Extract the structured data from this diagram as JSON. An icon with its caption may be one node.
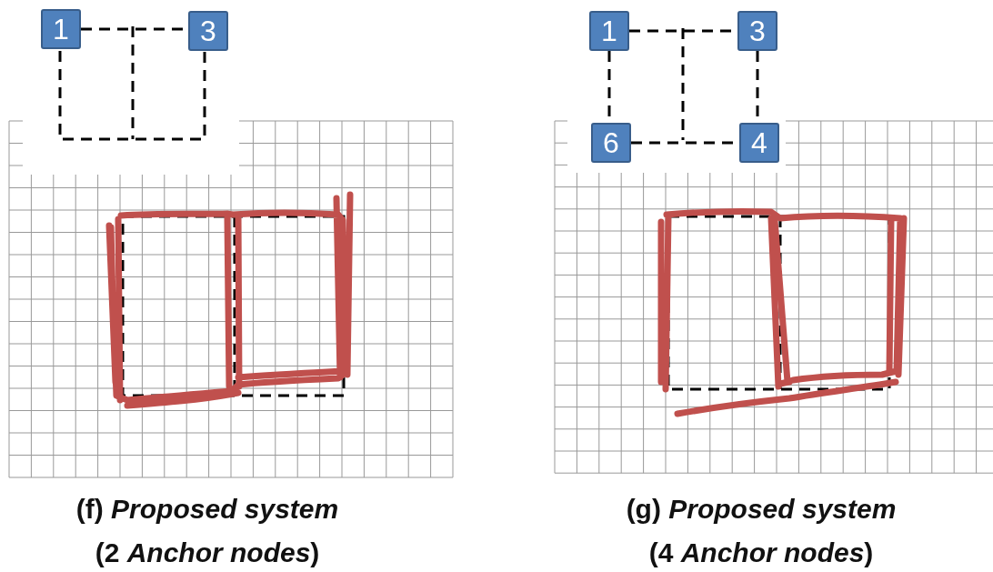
{
  "diagram": {
    "nodes": [
      {
        "text": [
          "1"
        ]
      },
      {
        "text": [
          "3"
        ]
      },
      {
        "text": [
          "1"
        ]
      },
      {
        "text": [
          "3"
        ]
      },
      {
        "text": [
          "6"
        ]
      },
      {
        "text": [
          "4"
        ]
      }
    ],
    "edges": [
      {
        "from": 0,
        "to": 1,
        "arrow": "none",
        "style": "dashed"
      },
      {
        "from": 2,
        "to": 3,
        "arrow": "none",
        "style": "dashed"
      },
      {
        "from": 2,
        "to": 4,
        "arrow": "none",
        "style": "dashed"
      },
      {
        "from": 4,
        "to": 5,
        "arrow": "none",
        "style": "dashed"
      },
      {
        "from": 3,
        "to": 5,
        "arrow": "none",
        "style": "dashed"
      }
    ],
    "labels": [
      "(f) *Proposed system* (2 *Anchor nodes*)",
      "(g) *Proposed system* (4 *Anchor nodes*)"
    ]
  }
}
